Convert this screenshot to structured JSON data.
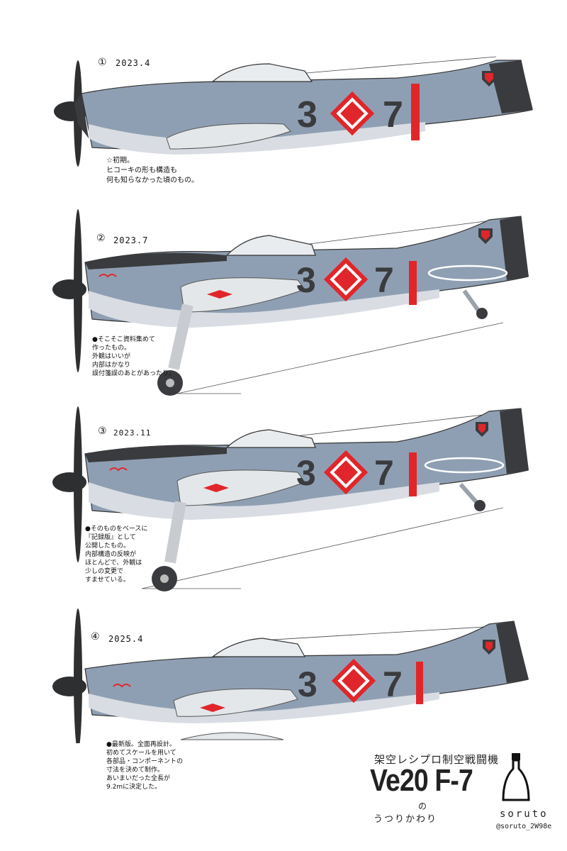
{
  "versions": [
    {
      "index": "1",
      "date": "2023.4",
      "note": "☆初期。\nヒコーキの形も構造も\n何も知らなかった頃のもの。",
      "code_left": "3",
      "code_right": "7"
    },
    {
      "index": "2",
      "date": "2023.7",
      "note": "●そこそこ資料集めて\n作ったもの。\n外観はいいが\n内部はかなり\n誤付箋誤のあとがあったり。",
      "code_left": "3",
      "code_right": "7"
    },
    {
      "index": "3",
      "date": "2023.11",
      "note": "●そのものをベースに\n『記録版』として\n公開したもの。\n内部構造の反映が\nほとんどで、外観は\n少しの変更で\nすませている。",
      "code_left": "3",
      "code_right": "7"
    },
    {
      "index": "4",
      "date": "2025.4",
      "note": "●最新版。全面再設計。\n初めてスケールを用いて\n各部品・コンポーネントの\n寸法を決めて制作。\nあいまいだった全長が\n9.2mに決定した。",
      "code_left": "3",
      "code_right": "7"
    }
  ],
  "title": {
    "jp": "架空レシプロ制空戦闘機",
    "main": "Ve20 F-7",
    "particle": "の",
    "sub": "うつりかわり"
  },
  "brand": {
    "name": "soruto",
    "handle": "@soruto_2W98e"
  },
  "colors": {
    "fuselage_blue": "#8f9fb3",
    "fuselage_light": "#d9dde3",
    "dark": "#3a3b3e",
    "red": "#e0262a"
  },
  "icons": {
    "logo": "bottle-logo-icon",
    "propeller": "propeller-icon"
  }
}
